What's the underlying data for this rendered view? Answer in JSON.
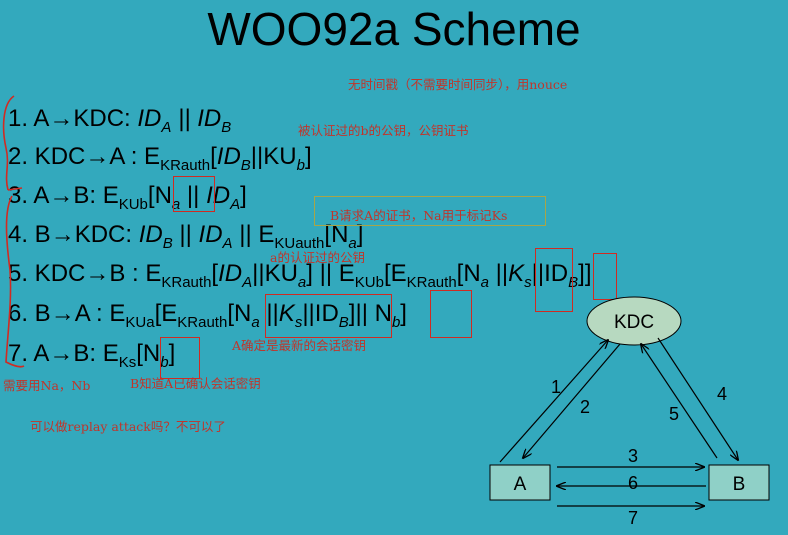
{
  "title": "WOO92a Scheme",
  "notes": {
    "top": "无时间戳（不需要时间同步），用nouce",
    "line1": "被认证过的b的公钥，公钥证书",
    "line3": "B请求A的证书，Na用于标记Ks",
    "line4": "a的认证过的公钥",
    "line6": "A确定是最新的会话密钥",
    "need": "需要用Na，Nb",
    "b_knows": "B知道A已确认会话密钥",
    "replay": "可以做replay attack吗？不可以了"
  },
  "steps": {
    "s1": {
      "prefix": "1. A→KDC:  ",
      "id_a": "ID",
      "sub_a": "A",
      "sep": " || ",
      "id_b": "ID",
      "sub_b": "B"
    },
    "s2": {
      "prefix": "2. KDC→A : E",
      "sub_k": "KRauth",
      "open": "[",
      "id": "ID",
      "sub_id": "B",
      "mid": "||KU",
      "sub_ku": "b",
      "close": "]"
    },
    "s3": {
      "prefix": "3. A→B: E",
      "sub_k": "KUb",
      "open": "[N",
      "sub_n": "a",
      "mid": " || ",
      "id": "ID",
      "sub_id": "A",
      "close": "]"
    },
    "s4": {
      "prefix": "4. B→KDC: ",
      "id_b": "ID",
      "sub_b": "B",
      "sep1": " || ",
      "id_a": "ID",
      "sub_a": "A",
      "sep2": " || E",
      "sub_k": "KUauth",
      "open": "[N",
      "sub_n": "a",
      "close": "]"
    },
    "s5": {
      "prefix": "5. KDC→B : E",
      "sub_k1": "KRauth",
      "open1": "[",
      "id": "ID",
      "sub_id": "A",
      "mid1": "||KU",
      "sub_ku": "a",
      "mid2": "] || E",
      "sub_k2": "KUb",
      "open2": "[E",
      "sub_k3": "KRauth",
      "open3": "[N",
      "sub_n": "a",
      "mid3": " ||",
      "ks": "K",
      "sub_s": "s",
      "mid4": "||ID",
      "sub_b": "B",
      "close": "]]"
    },
    "s6": {
      "prefix": "6. B→A : E",
      "sub_k1": "KUa",
      "open1": "[E",
      "sub_k2": "KRauth",
      "open2": "[N",
      "sub_n": "a",
      "mid1": " ||",
      "ks": "K",
      "sub_s": "s",
      "mid2": "||ID",
      "sub_b": "B",
      "mid3": "]|| N",
      "sub_nb": "b",
      "close": "]"
    },
    "s7": {
      "prefix": "7. A→B: E",
      "sub_k": "Ks",
      "open": "[N",
      "sub_n": "b",
      "close": "]"
    }
  },
  "diagram": {
    "kdc": "KDC",
    "a": "A",
    "b": "B",
    "labels": [
      "1",
      "2",
      "3",
      "4",
      "5",
      "6",
      "7"
    ]
  },
  "colors": {
    "background": "#33a9bd",
    "note_red": "#c0352b",
    "box_red": "#d12b22",
    "box_olive": "#a8a548",
    "kdc_fill": "#b7d9c0",
    "node_fill": "#8fd0c7"
  }
}
